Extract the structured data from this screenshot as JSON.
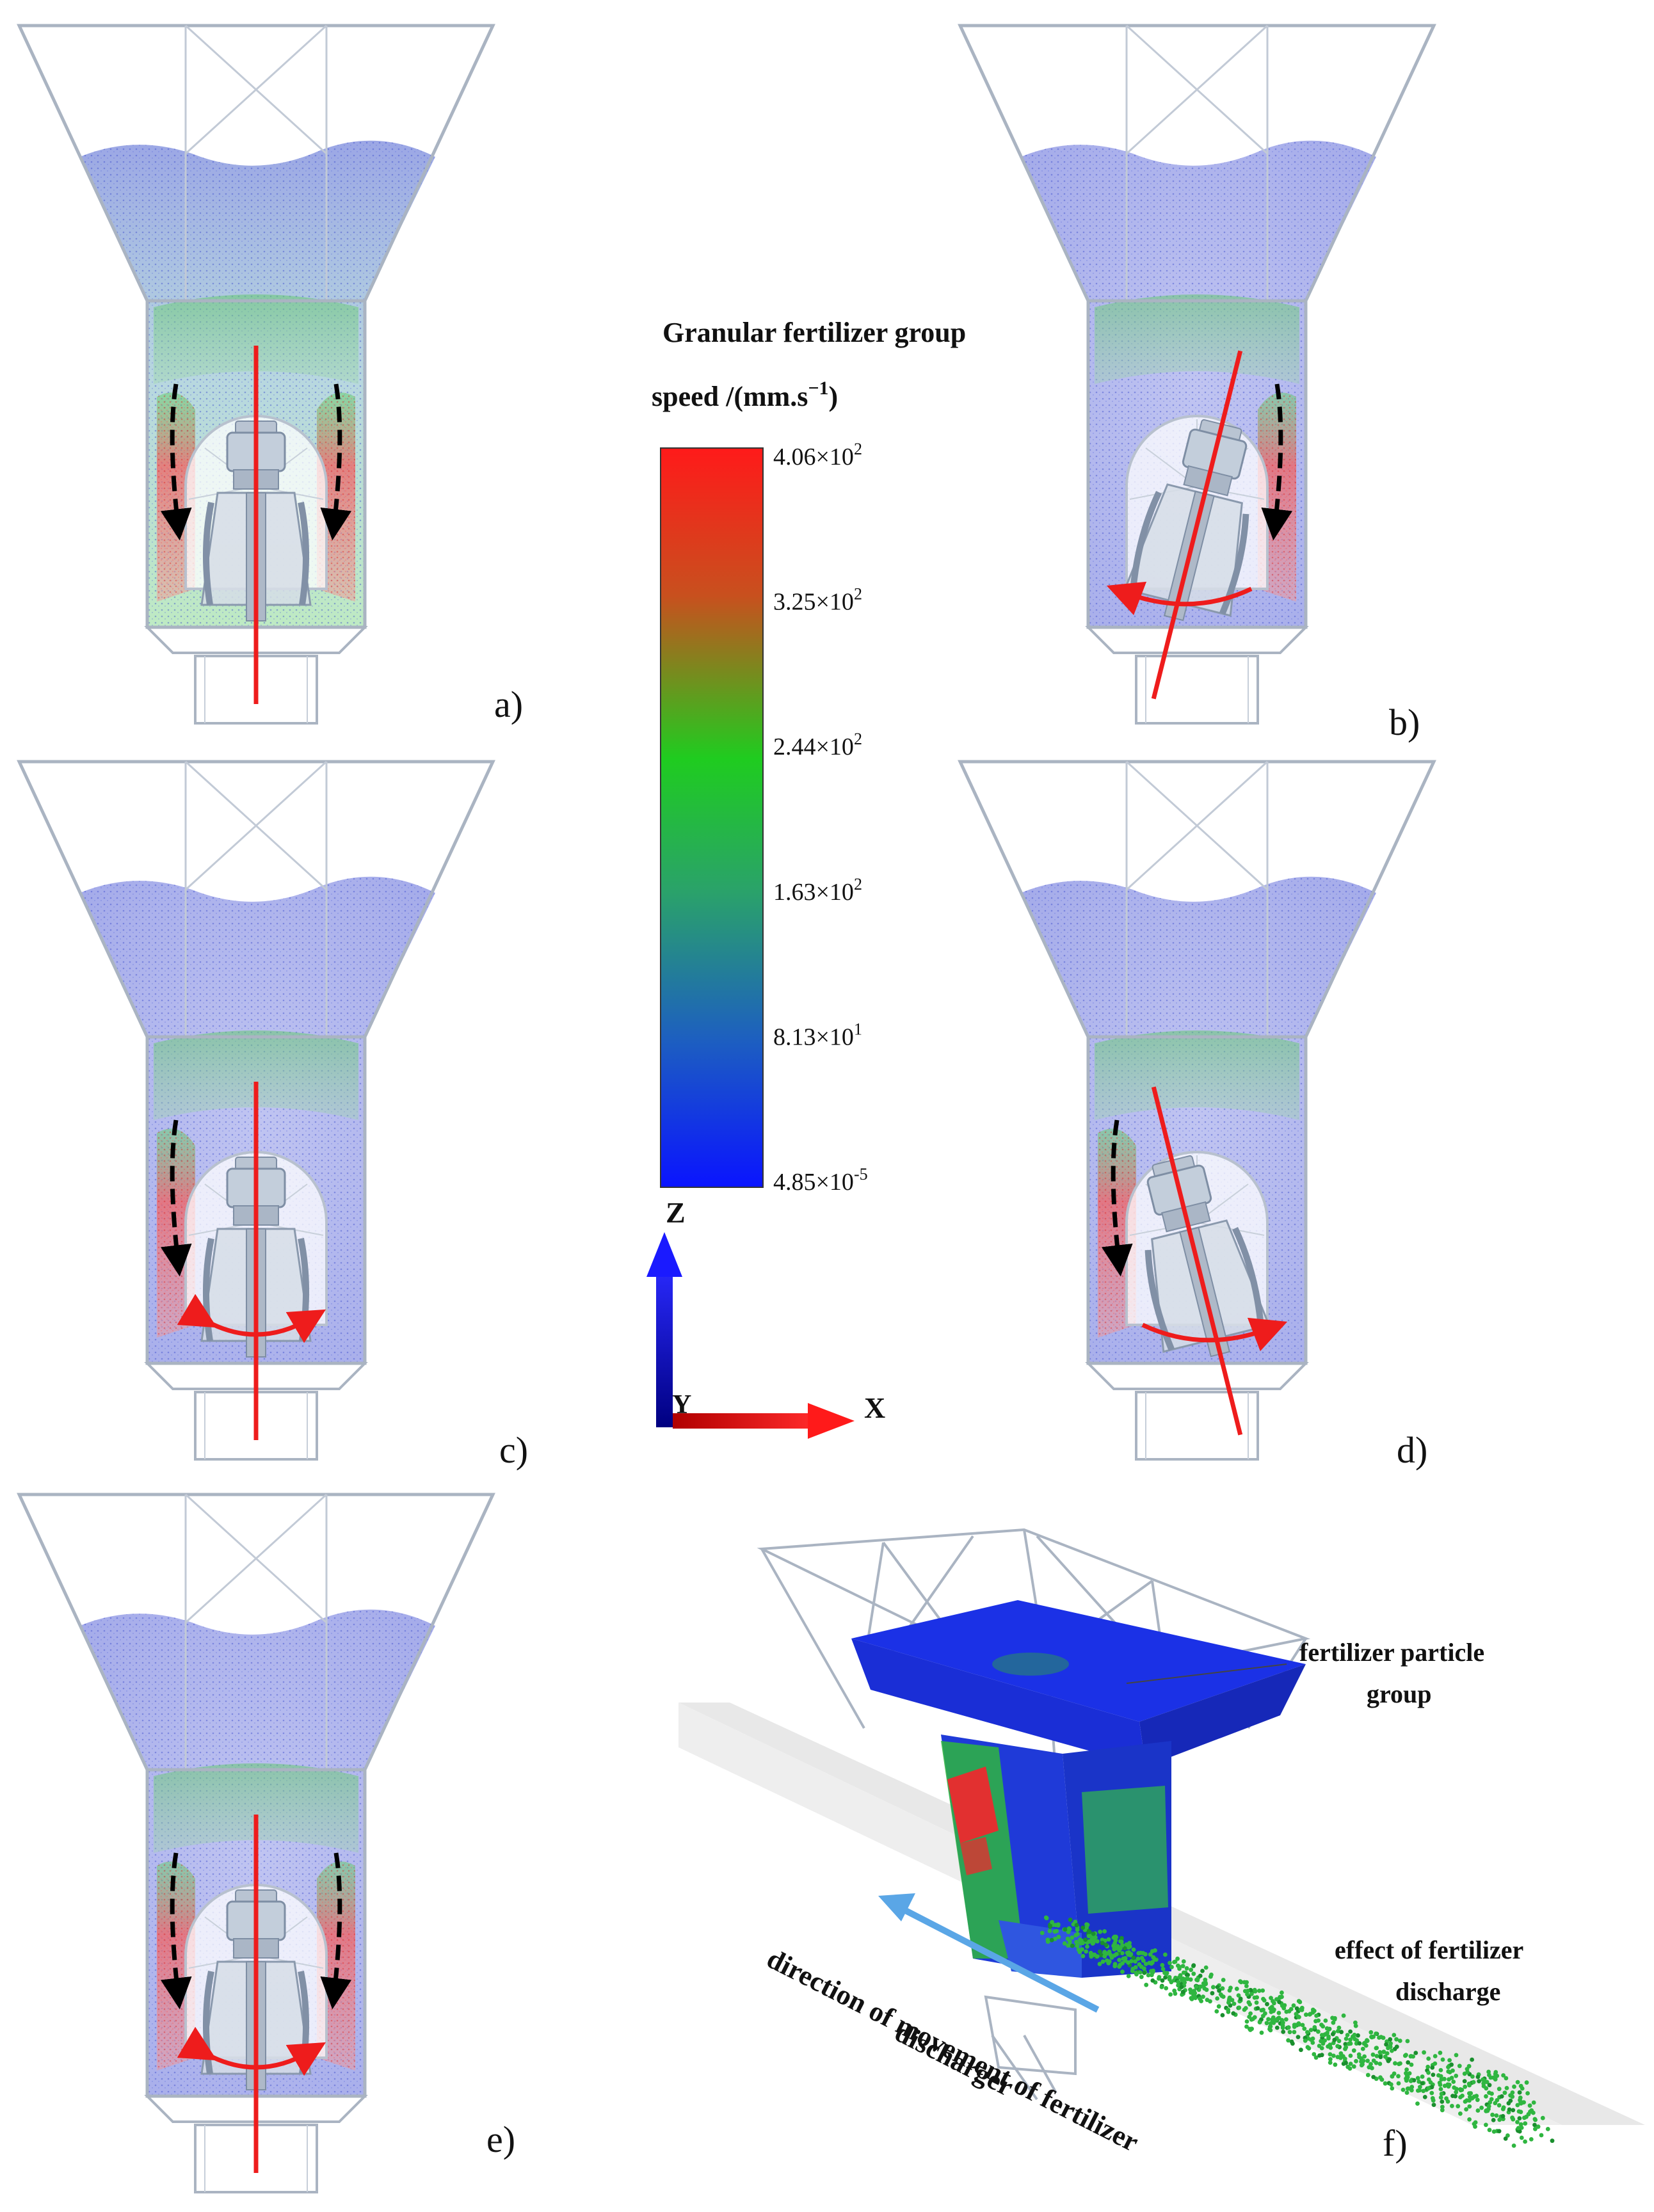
{
  "panel_labels": {
    "a": "a)",
    "b": "b)",
    "c": "c)",
    "d": "d)",
    "e": "e)",
    "f": "f)"
  },
  "legend": {
    "title_line1": "Granular fertilizer group",
    "title_line2_prefix": "speed /(mm.s",
    "title_line2_sup": "−1",
    "title_line2_suffix": ")",
    "ticks": [
      {
        "mantissa": "4.06×10",
        "exp": "2"
      },
      {
        "mantissa": "3.25×10",
        "exp": "2"
      },
      {
        "mantissa": "2.44×10",
        "exp": "2"
      },
      {
        "mantissa": "1.63×10",
        "exp": "2"
      },
      {
        "mantissa": "8.13×10",
        "exp": "1"
      },
      {
        "mantissa": "4.85×10",
        "exp": "-5"
      }
    ],
    "colors": [
      "#ff1a1a",
      "#c8501e",
      "#1fcc1f",
      "#2aa26a",
      "#1d5fc0",
      "#0a14ff"
    ]
  },
  "axes": {
    "z": "Z",
    "y": "Y",
    "x": "X",
    "z_color": "#1a1aff",
    "x_color": "#ff1a1a"
  },
  "annotations_f": {
    "particle_group_line1": "fertilizer particle",
    "particle_group_line2": "group",
    "discharge_effect_line1": "effect of fertilizer",
    "discharge_effect_line2": "discharge",
    "movement_line1": "direction of movement of fertilizer",
    "movement_line2": "discharger"
  },
  "colors": {
    "frame": "#aab4c2",
    "arrow_red": "#ee1c1c",
    "arrow_black": "#000000",
    "blue_particles": "#3b4bd8",
    "green_particles": "#3bb54a",
    "red_particles": "#e33a3a",
    "direction_arrow": "#5aa6e6"
  },
  "panels": [
    {
      "id": "a",
      "tilt_deg": 0,
      "rotation_arrow": "none",
      "flow_arrows": "both",
      "speed_side": "both",
      "surface": "blue-green"
    },
    {
      "id": "b",
      "tilt_deg": 14,
      "rotation_arrow": "left",
      "flow_arrows": "right",
      "speed_side": "right",
      "surface": "blue"
    },
    {
      "id": "c",
      "tilt_deg": 0,
      "rotation_arrow": "both",
      "flow_arrows": "left",
      "speed_side": "left",
      "surface": "blue"
    },
    {
      "id": "d",
      "tilt_deg": -14,
      "rotation_arrow": "right",
      "flow_arrows": "left",
      "speed_side": "left",
      "surface": "blue"
    },
    {
      "id": "e",
      "tilt_deg": 0,
      "rotation_arrow": "both",
      "flow_arrows": "both",
      "speed_side": "both",
      "surface": "blue"
    }
  ]
}
